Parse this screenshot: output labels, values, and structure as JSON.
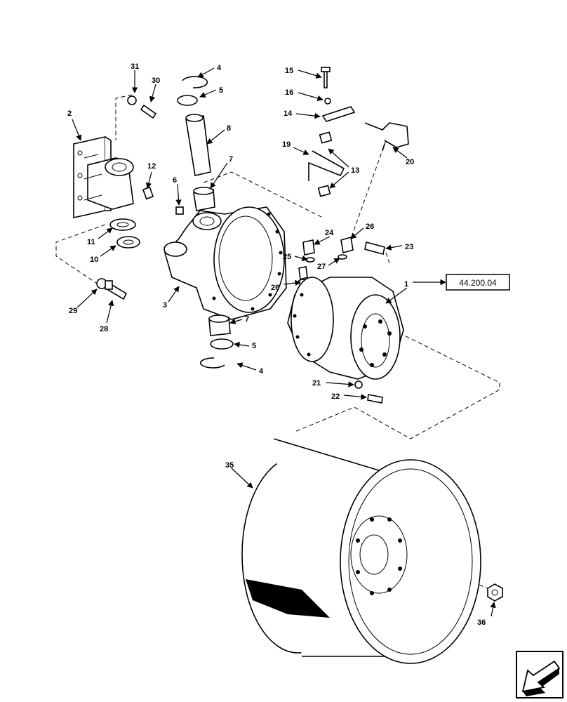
{
  "reference_box": {
    "label": "44.200.04"
  },
  "callouts": {
    "c1": "1",
    "c2": "2",
    "c3": "3",
    "c4a": "4",
    "c4b": "4",
    "c5a": "5",
    "c5b": "5",
    "c6": "6",
    "c7a": "7",
    "c7b": "7",
    "c8": "8",
    "c10": "10",
    "c11": "11",
    "c12": "12",
    "c13": "13",
    "c14": "14",
    "c15": "15",
    "c16": "16",
    "c19": "19",
    "c20": "20",
    "c21": "21",
    "c22": "22",
    "c23": "23",
    "c24": "24",
    "c25": "25",
    "c26a": "26",
    "c26b": "26",
    "c27": "27",
    "c28": "28",
    "c29": "29",
    "c30": "30",
    "c31": "31",
    "c35": "35",
    "c36": "36"
  },
  "icons": {
    "nav": "previous-page-arrow-icon"
  }
}
